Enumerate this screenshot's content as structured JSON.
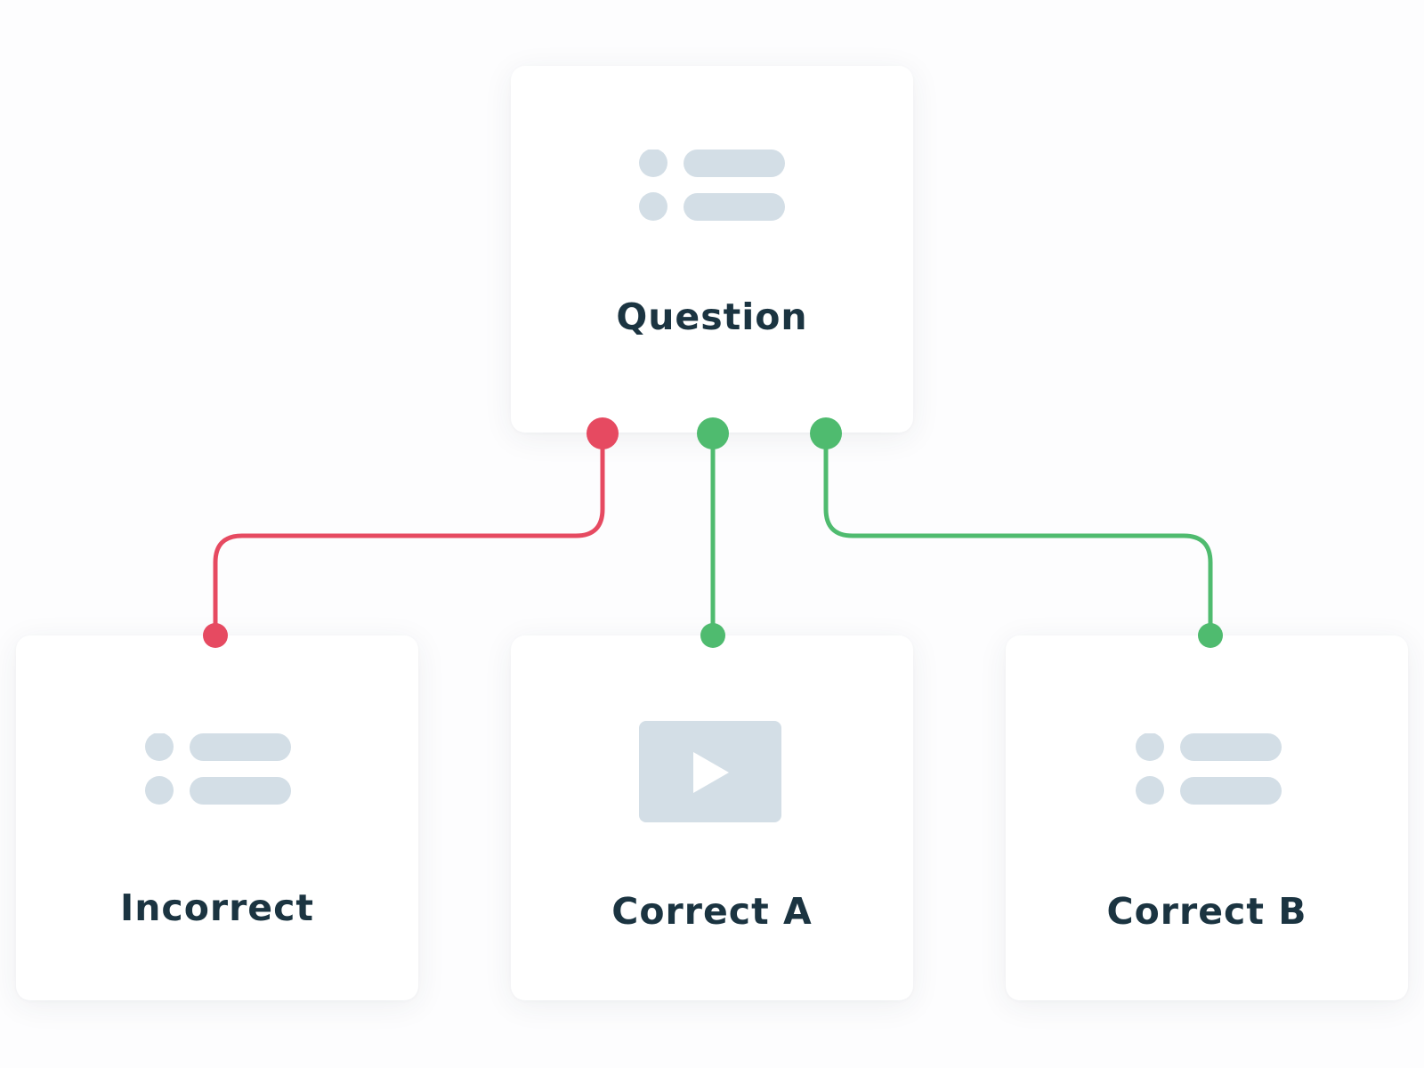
{
  "nodes": {
    "question": {
      "label": "Question",
      "icon": "list-icon"
    },
    "incorrect": {
      "label": "Incorrect",
      "icon": "list-icon"
    },
    "correct_a": {
      "label": "Correct A",
      "icon": "video-play-icon"
    },
    "correct_b": {
      "label": "Correct B",
      "icon": "list-icon"
    }
  },
  "connections": [
    {
      "from": "question",
      "to": "incorrect",
      "status": "incorrect"
    },
    {
      "from": "question",
      "to": "correct_a",
      "status": "correct"
    },
    {
      "from": "question",
      "to": "correct_b",
      "status": "correct"
    }
  ],
  "colors": {
    "incorrect": "#e64a61",
    "correct": "#4fbb6f",
    "icon": "#d3dee6",
    "text": "#1b3441"
  }
}
